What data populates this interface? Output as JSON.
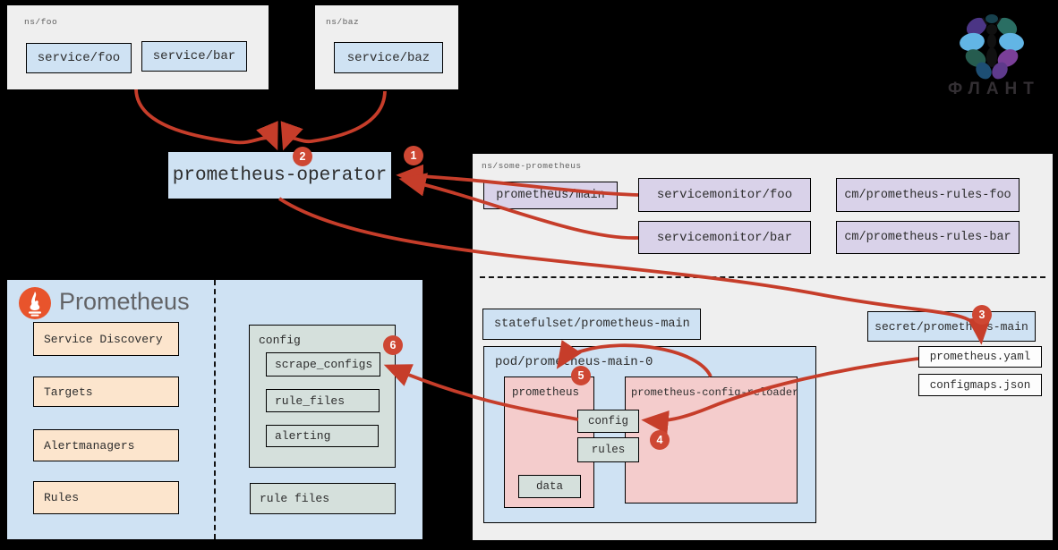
{
  "brand": {
    "name": "ФЛАНТ"
  },
  "operator": {
    "label": "prometheus-operator"
  },
  "namespaces": {
    "foo": {
      "label": "ns/foo",
      "services": [
        "service/foo",
        "service/bar"
      ]
    },
    "baz": {
      "label": "ns/baz",
      "services": [
        "service/baz"
      ]
    },
    "some_prometheus": {
      "label": "ns/some-prometheus",
      "prometheus_main": "prometheus/main",
      "servicemonitor_foo": "servicemonitor/foo",
      "servicemonitor_bar": "servicemonitor/bar",
      "cm_rules_foo": "cm/prometheus-rules-foo",
      "cm_rules_bar": "cm/prometheus-rules-bar",
      "statefulset": "statefulset/prometheus-main",
      "secret": "secret/prometheus-main",
      "secret_files": [
        "prometheus.yaml",
        "configmaps.json"
      ],
      "pod": {
        "label": "pod/prometheus-main-0",
        "containers": [
          "prometheus",
          "prometheus-config-reloader"
        ],
        "volumes": [
          "config",
          "rules",
          "data"
        ]
      }
    }
  },
  "prometheus_panel": {
    "title": "Prometheus",
    "items": [
      "Service Discovery",
      "Targets",
      "Alertmanagers",
      "Rules"
    ],
    "config": {
      "label": "config",
      "sections": [
        "scrape_configs",
        "rule_files",
        "alerting"
      ]
    },
    "rule_files_label": "rule files"
  },
  "steps": [
    "1",
    "2",
    "3",
    "4",
    "5",
    "6"
  ],
  "colors": {
    "background": "#000000",
    "arrow_red": "#c63d2a",
    "badge_red": "#ce4733",
    "box_blue": "#cfe2f3",
    "box_purple": "#d9d2e9",
    "box_pink": "#f4cccc",
    "box_peach": "#fce5cd",
    "box_green": "#d5e0dc",
    "ns_gray": "#efefef",
    "prometheus_orange": "#e8542c"
  }
}
